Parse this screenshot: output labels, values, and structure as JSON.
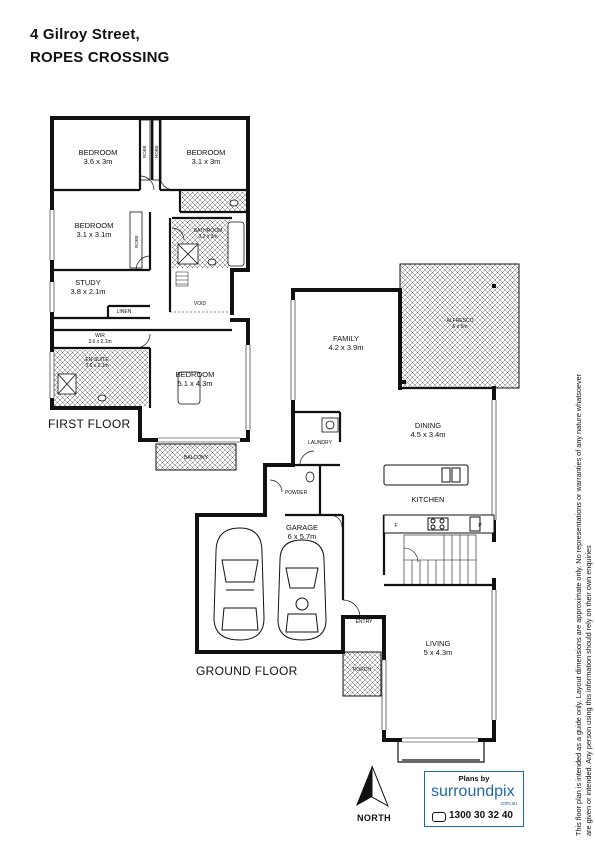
{
  "header": {
    "line1": "4 Gilroy Street,",
    "line2": "ROPES CROSSING"
  },
  "first_floor": {
    "label": "FIRST FLOOR",
    "rooms": [
      {
        "id": "bed-a",
        "name": "BEDROOM",
        "dims": "3.6 x 3m"
      },
      {
        "id": "bed-b",
        "name": "BEDROOM",
        "dims": "3.1 x 3m"
      },
      {
        "id": "bed-c",
        "name": "BEDROOM",
        "dims": "3.1 x 3.1m"
      },
      {
        "id": "bath",
        "name": "BATHROOM",
        "dims": "3.2 x 3m"
      },
      {
        "id": "study",
        "name": "STUDY",
        "dims": "3.8 x 2.1m"
      },
      {
        "id": "wir",
        "name": "WIR",
        "dims": "3.6 x 2.1m"
      },
      {
        "id": "ensuite",
        "name": "EN-SUITE",
        "dims": "3.6 x 2.1m"
      },
      {
        "id": "master",
        "name": "BEDROOM",
        "dims": "5.1 x 4.3m"
      }
    ],
    "robe": "ROBE",
    "linen": "LINEN",
    "void": "VOID",
    "balcony": "BALCONY"
  },
  "ground_floor": {
    "label": "GROUND FLOOR",
    "rooms": [
      {
        "id": "family",
        "name": "FAMILY",
        "dims": "4.2 x 3.9m"
      },
      {
        "id": "alfresco",
        "name": "ALFRESCO",
        "dims": "6 x 5m"
      },
      {
        "id": "dining",
        "name": "DINING",
        "dims": "4.5 x 3.4m"
      },
      {
        "id": "garage",
        "name": "GARAGE",
        "dims": "6 x 5.7m"
      },
      {
        "id": "living",
        "name": "LIVING",
        "dims": "5 x 4.3m"
      }
    ],
    "kitchen": "KITCHEN",
    "laundry": "LAUNDRY",
    "powder": "POWDER",
    "entry": "ENTRY",
    "porch": "PORCH",
    "fridge": "F",
    "pantry": "P"
  },
  "north": "NORTH",
  "disclaimer": "This floor plan is intended as a guide only. Layout dimensions are approximate only. No representations or warranties of any nature whatsoever are given or intended. Any person using this information should rely on their own enquiries",
  "logo": {
    "by": "Plans by",
    "brand": "surroundpix",
    "domain": ".com.au",
    "phone": "1300 30 32 40"
  }
}
